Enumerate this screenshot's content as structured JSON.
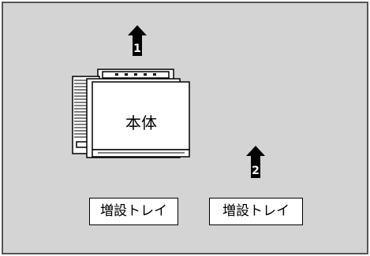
{
  "diagram": {
    "printer_label": "本体",
    "trays": [
      {
        "label": "増設トレイ"
      },
      {
        "label": "増設トレイ"
      }
    ],
    "arrows": [
      {
        "label": "1"
      },
      {
        "label": "2"
      }
    ],
    "colors": {
      "panel_background": "#d4d4d4",
      "panel_border": "#555555",
      "box_background": "#ffffff",
      "ink": "#000000"
    }
  }
}
